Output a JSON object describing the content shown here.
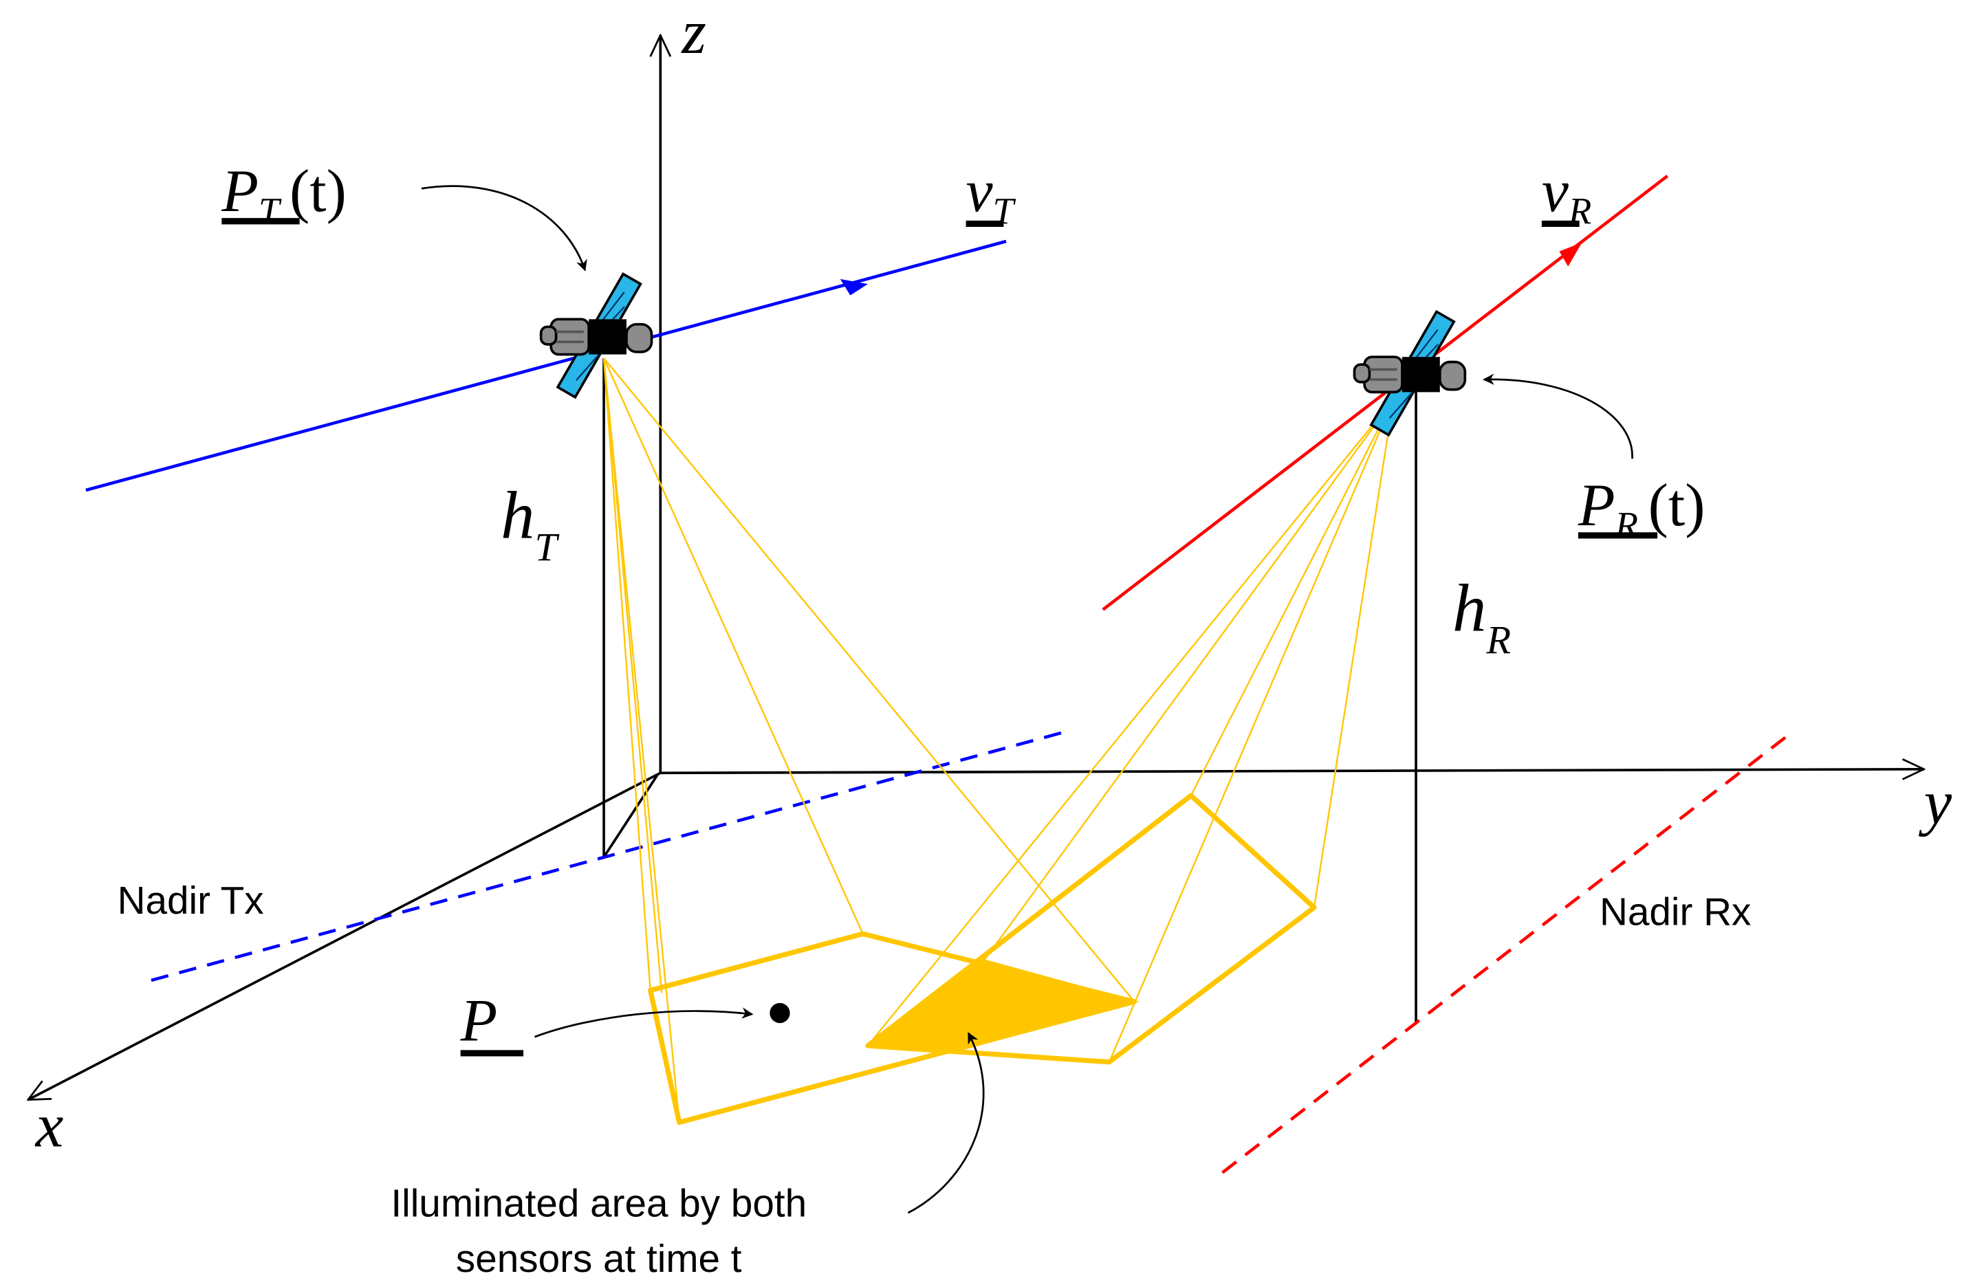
{
  "axes": {
    "x_label": "x",
    "y_label": "y",
    "z_label": "z"
  },
  "transmitter": {
    "position": {
      "symbol": "P",
      "subscript": "T",
      "argument": "(t)"
    },
    "velocity": {
      "symbol": "v",
      "subscript": "T"
    },
    "height": {
      "symbol": "h",
      "subscript": "T"
    },
    "nadir_label": "Nadir Tx",
    "track_color": "#0000ff"
  },
  "receiver": {
    "position": {
      "symbol": "P",
      "subscript": "R",
      "argument": "(t)"
    },
    "velocity": {
      "symbol": "v",
      "subscript": "R"
    },
    "height": {
      "symbol": "h",
      "subscript": "R"
    },
    "nadir_label": "Nadir Rx",
    "track_color": "#ff0000"
  },
  "point": {
    "symbol": "P"
  },
  "overlap_caption": {
    "line1": "Illuminated area by both",
    "line2": "sensors at time t"
  },
  "colors": {
    "footprint": "#ffc600",
    "solar_panel": "#29b6e8",
    "satellite_body": "#8c8c8c",
    "axes": "#000000"
  },
  "icons": {
    "satellite": "satellite-icon",
    "point": "point-marker-icon"
  }
}
